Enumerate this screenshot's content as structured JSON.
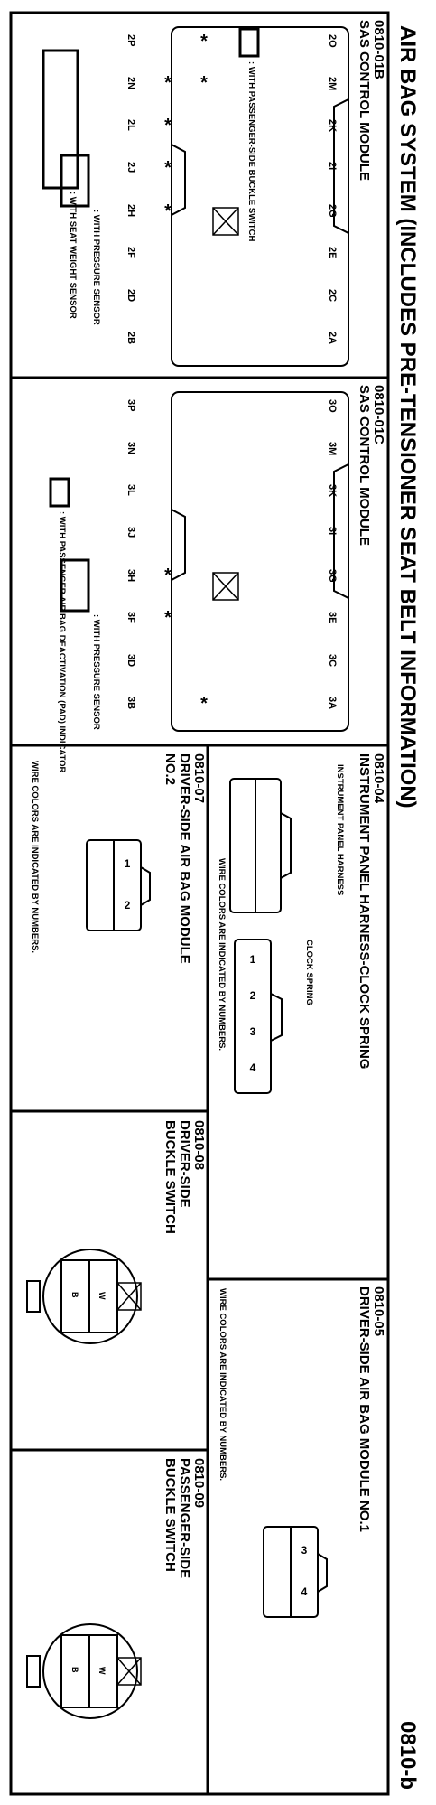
{
  "page": {
    "title": "AIR BAG SYSTEM (INCLUDES PRE-TENSIONER SEAT BELT INFORMATION)",
    "code": "0810-b"
  },
  "sections": {
    "b": {
      "code": "0810-01B",
      "title": "SAS CONTROL MODULE",
      "top_pins": [
        "2O",
        "2M",
        "2K",
        "2I",
        "2G",
        "2E",
        "2C",
        "2A"
      ],
      "bottom_pins": [
        "2P",
        "2N",
        "2L",
        "2J",
        "2H",
        "2F",
        "2D",
        "2B"
      ],
      "note_buckle": ": WITH PASSENGER-SIDE BUCKLE SWITCH",
      "note_weight": ": WITH SEAT WEIGHT SENSOR",
      "note_pressure": ": WITH PRESSURE SENSOR"
    },
    "c": {
      "code": "0810-01C",
      "title": "SAS CONTROL MODULE",
      "top_pins": [
        "3O",
        "3M",
        "3K",
        "3I",
        "3G",
        "3E",
        "3C",
        "3A"
      ],
      "bottom_pins": [
        "3P",
        "3N",
        "3L",
        "3J",
        "3H",
        "3F",
        "3D",
        "3B"
      ],
      "note_pressure": ": WITH PRESSURE SENSOR",
      "note_pad": ": WITH PASSENGER AIR BAG DEACTIVATION (PAD) INDICATOR"
    },
    "s04": {
      "code": "0810-04",
      "title": "INSTRUMENT PANEL HARNESS-CLOCK SPRING",
      "harness_label": "INSTRUMENT PANEL HARNESS",
      "clock_label": "CLOCK SPRING",
      "footer": "WIRE COLORS ARE INDICATED BY NUMBERS.",
      "numbers": [
        "1",
        "2",
        "3",
        "4"
      ]
    },
    "s07": {
      "code": "0810-07",
      "title1": "DRIVER-SIDE AIR BAG MODULE",
      "title2": "NO.2",
      "footer": "WIRE COLORS ARE INDICATED BY NUMBERS.",
      "numbers": [
        "1",
        "2"
      ]
    },
    "s05": {
      "code": "0810-05",
      "title": "DRIVER-SIDE AIR BAG MODULE NO.1",
      "footer": "WIRE COLORS ARE INDICATED BY NUMBERS.",
      "numbers": [
        "3",
        "4"
      ]
    },
    "s08": {
      "code": "0810-08",
      "title1": "DRIVER-SIDE",
      "title2": "BUCKLE SWITCH",
      "colors": [
        "W",
        "B"
      ]
    },
    "s09": {
      "code": "0810-09",
      "title1": "PASSENGER-SIDE",
      "title2": "BUCKLE SWITCH",
      "colors": [
        "W",
        "B"
      ]
    }
  },
  "icons": [
    "star-icon",
    "cross-box-icon",
    "chevron-connector-icon"
  ]
}
